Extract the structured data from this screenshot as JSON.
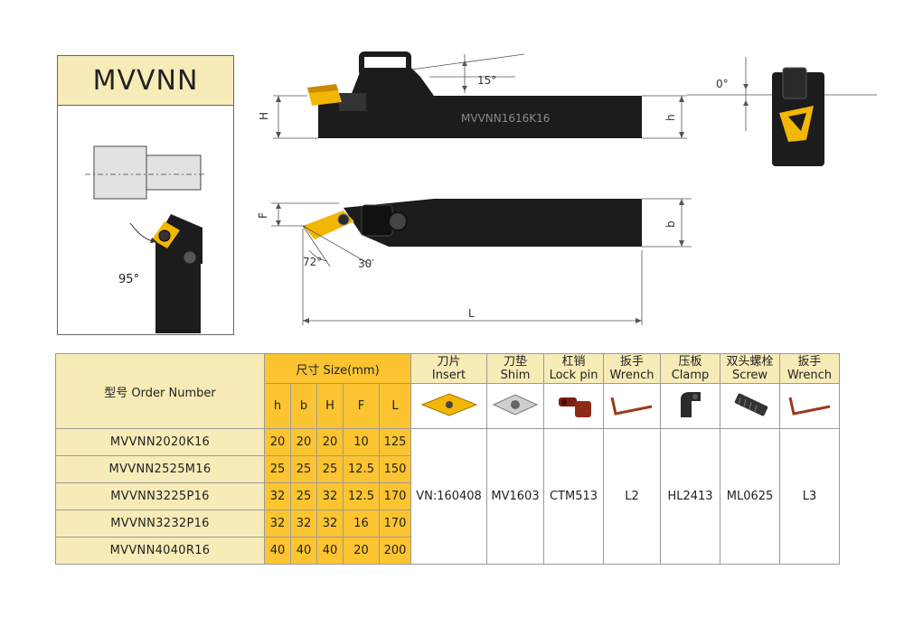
{
  "title": "MVVNN",
  "drawing": {
    "side_label": "MVVNN1616K16",
    "angle_top": "15°",
    "angle_zero": "0°",
    "angle_side": "95°",
    "angle_72": "72°",
    "angle_30": "30′",
    "dim_H": "H",
    "dim_h": "h",
    "dim_F": "F",
    "dim_b": "b",
    "dim_L": "L"
  },
  "table": {
    "model_header": "型号 Order Number",
    "size_header": "尺寸 Size(mm)",
    "size_cols": [
      "h",
      "b",
      "H",
      "F",
      "L"
    ],
    "acc_headers": [
      {
        "cn": "刀片",
        "en": "Insert",
        "icon": "insert-icon"
      },
      {
        "cn": "刀垫",
        "en": "Shim",
        "icon": "shim-icon"
      },
      {
        "cn": "杠销",
        "en": "Lock pin",
        "icon": "lock-pin-icon"
      },
      {
        "cn": "扳手",
        "en": "Wrench",
        "icon": "wrench-icon"
      },
      {
        "cn": "压板",
        "en": "Clamp",
        "icon": "clamp-icon"
      },
      {
        "cn": "双头螺栓",
        "en": "Screw",
        "icon": "screw-icon"
      },
      {
        "cn": "扳手",
        "en": "Wrench",
        "icon": "wrench-icon"
      }
    ],
    "rows": [
      {
        "model": "MVVNN2020K16",
        "h": "20",
        "b": "20",
        "H": "20",
        "F": "10",
        "L": "125"
      },
      {
        "model": "MVVNN2525M16",
        "h": "25",
        "b": "25",
        "H": "25",
        "F": "12.5",
        "L": "150"
      },
      {
        "model": "MVVNN3225P16",
        "h": "32",
        "b": "25",
        "H": "32",
        "F": "12.5",
        "L": "170"
      },
      {
        "model": "MVVNN3232P16",
        "h": "32",
        "b": "32",
        "H": "32",
        "F": "16",
        "L": "170"
      },
      {
        "model": "MVVNN4040R16",
        "h": "40",
        "b": "40",
        "H": "40",
        "F": "20",
        "L": "200"
      }
    ],
    "accessories": [
      "VN:160408",
      "MV1603",
      "CTM513",
      "L2",
      "HL2413",
      "ML0625",
      "L3"
    ]
  },
  "colors": {
    "cream": "#f7ebb7",
    "gold": "#fbc430",
    "insert": "#f2b705",
    "body": "#1c1c1c"
  }
}
